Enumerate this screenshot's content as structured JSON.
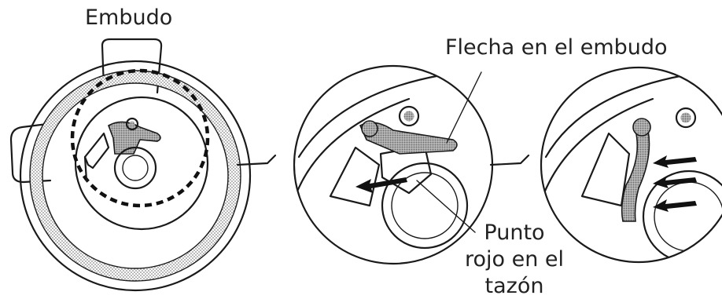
{
  "labels": {
    "funnel": "Embudo",
    "arrow_on_funnel": "Flecha en el embudo",
    "red_dot_line1": "Punto",
    "red_dot_line2": "rojo en el",
    "red_dot_line3": "tazón"
  },
  "colors": {
    "ink": "#1a1a1a",
    "shade": "#9a9a9a",
    "background": "#ffffff"
  },
  "icons": [
    "step-arrow-icon",
    "step-arrow-icon"
  ]
}
